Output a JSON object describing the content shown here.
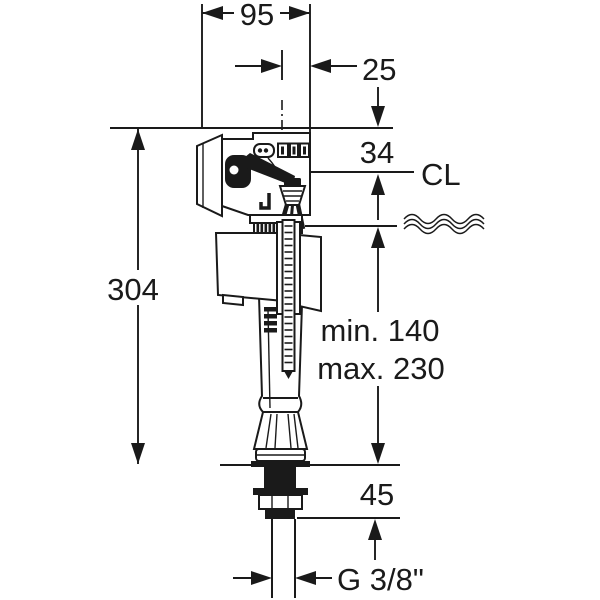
{
  "drawing": {
    "kind": "fill-valve dimension drawing",
    "colors": {
      "line": "#1a1a1a",
      "background": "#ffffff"
    },
    "dimensions": {
      "top_width": "95",
      "side_offset": "25",
      "cl_depth": "34",
      "centerline_label": "CL",
      "overall_height": "304",
      "water_min": "min. 140",
      "water_max": "max. 230",
      "shank_length": "45",
      "thread_size": "G 3/8\""
    },
    "icons": {
      "water_level": "water-level-squiggle"
    }
  }
}
